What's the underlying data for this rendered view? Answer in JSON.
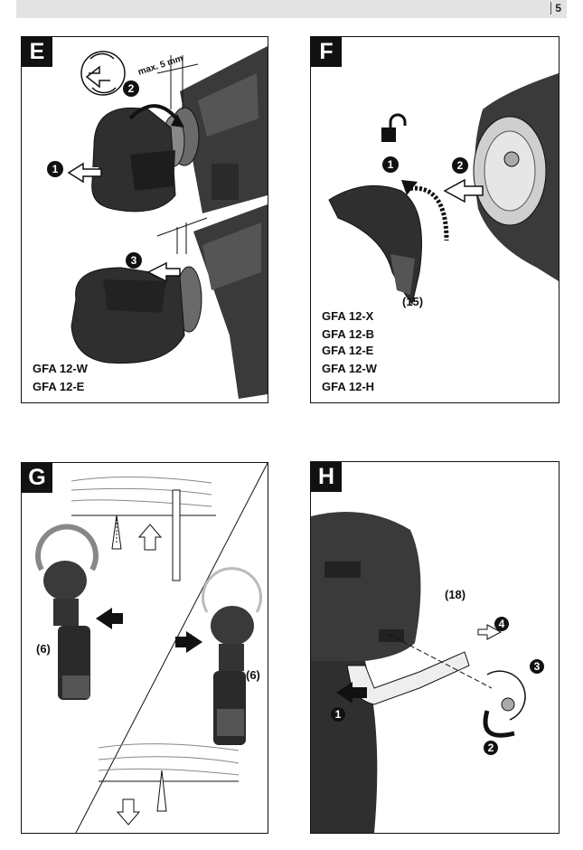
{
  "header": {
    "page_number": "5"
  },
  "panels": {
    "E": {
      "letter": "E",
      "max_label": "max. 5 mm",
      "step1": "1",
      "step2": "2",
      "step3": "3",
      "models": [
        "GFA 12-W",
        "GFA 12-E"
      ]
    },
    "F": {
      "letter": "F",
      "step1": "1",
      "step2": "2",
      "part_ref": "(15)",
      "models": [
        "GFA 12-X",
        "GFA 12-B",
        "GFA 12-E",
        "GFA 12-W",
        "GFA 12-H"
      ]
    },
    "G": {
      "letter": "G",
      "ref_left": "(6)",
      "ref_right": "(6)"
    },
    "H": {
      "letter": "H",
      "part_ref": "(18)",
      "step1": "1",
      "step2": "2",
      "step3": "3",
      "step4": "4"
    }
  },
  "colors": {
    "ink": "#111111",
    "tool_dark": "#2f2f2f",
    "tool_mid": "#5a5a5a",
    "header_bar": "#e3e3e3"
  }
}
